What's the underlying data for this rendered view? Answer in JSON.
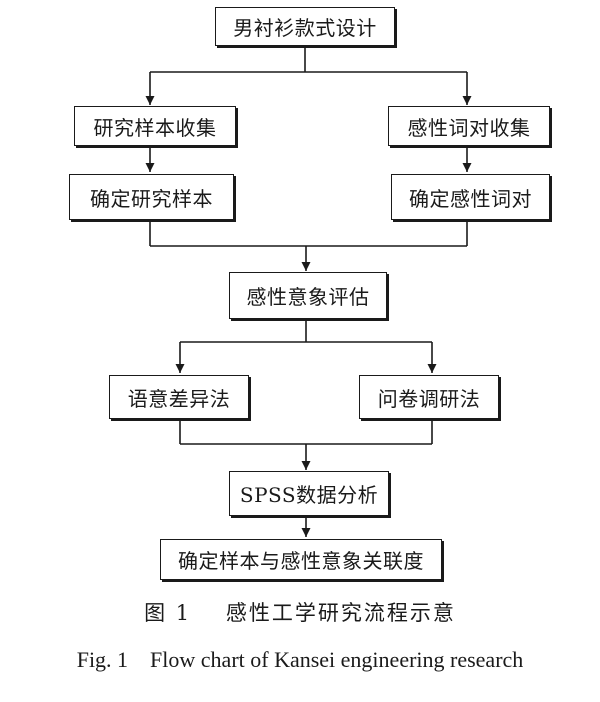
{
  "nodes": {
    "shirt_design": "男衬衫款式设计",
    "sample_collection": "研究样本收集",
    "word_pair_collection": "感性词对收集",
    "determine_samples": "确定研究样本",
    "determine_word_pairs": "确定感性词对",
    "kansei_image_evaluation": "感性意象评估",
    "semantic_differential": "语意差异法",
    "questionnaire": "问卷调研法",
    "spss_analysis": "SPSS数据分析",
    "relevance": "确定样本与感性意象关联度"
  },
  "caption": {
    "cn": "图 1    感性工学研究流程示意",
    "en": "Fig. 1    Flow chart of Kansei engineering research"
  }
}
